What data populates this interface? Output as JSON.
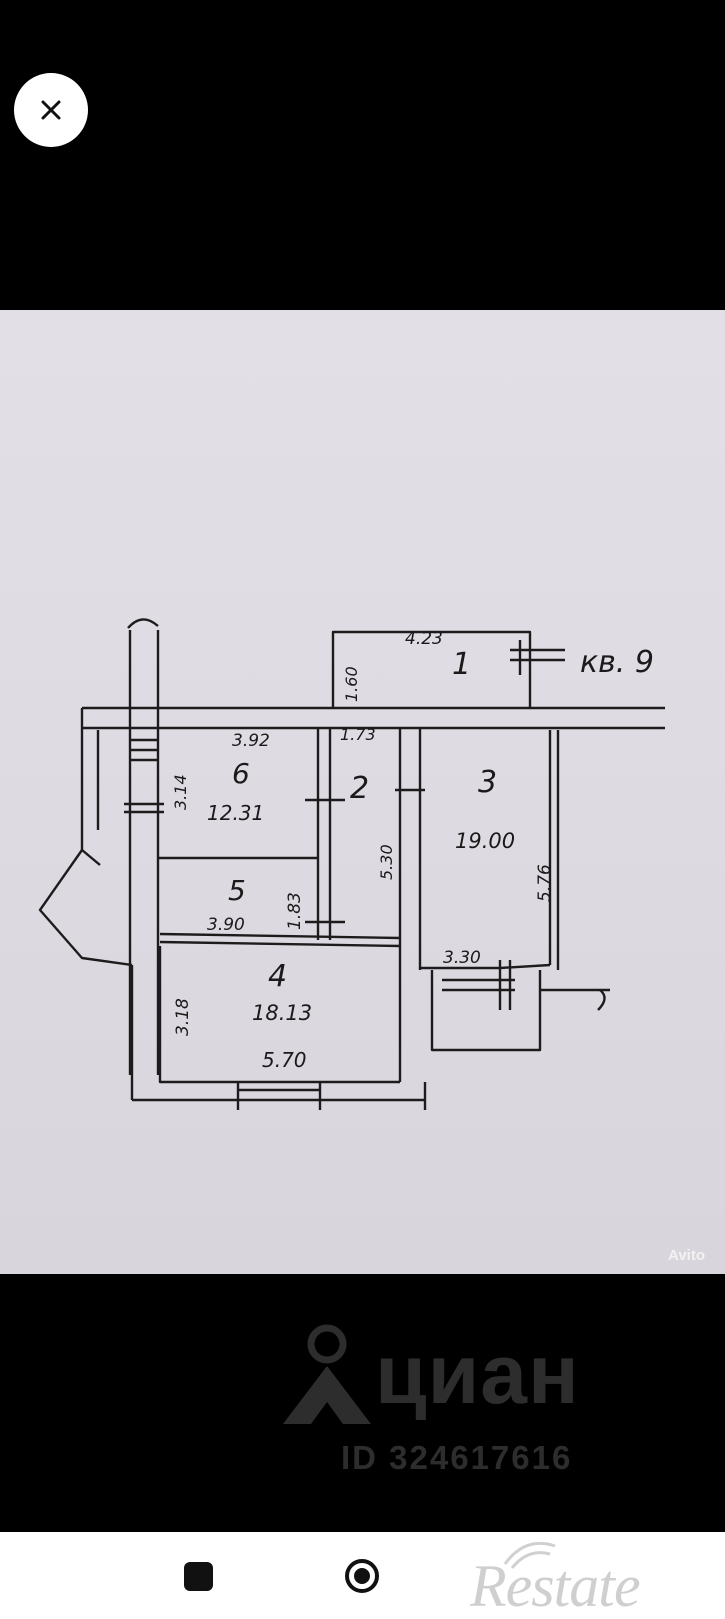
{
  "viewer": {
    "close_icon": "close-x-icon"
  },
  "floor_plan": {
    "apartment_label": "кв. 9",
    "rooms": [
      {
        "number": "1",
        "area": "",
        "width": "4.23",
        "depth": "1.60"
      },
      {
        "number": "2",
        "area": "",
        "width": "1.73",
        "depth": "5.30"
      },
      {
        "number": "3",
        "area": "19.00",
        "width": "3.30",
        "depth": "5.76"
      },
      {
        "number": "4",
        "area": "18.13",
        "width": "5.70",
        "depth": "3.18"
      },
      {
        "number": "5",
        "area": "",
        "width": "3.90",
        "depth": "1.83"
      },
      {
        "number": "6",
        "area": "12.31",
        "width": "3.92",
        "depth": "3.14"
      }
    ]
  },
  "watermarks": {
    "avito": "Avito",
    "cian_brand": "циан",
    "cian_id": "ID 324617616",
    "restate": "Restate"
  },
  "navbar": {
    "recents_icon": "recents-square-icon",
    "home_icon": "home-circle-icon"
  }
}
